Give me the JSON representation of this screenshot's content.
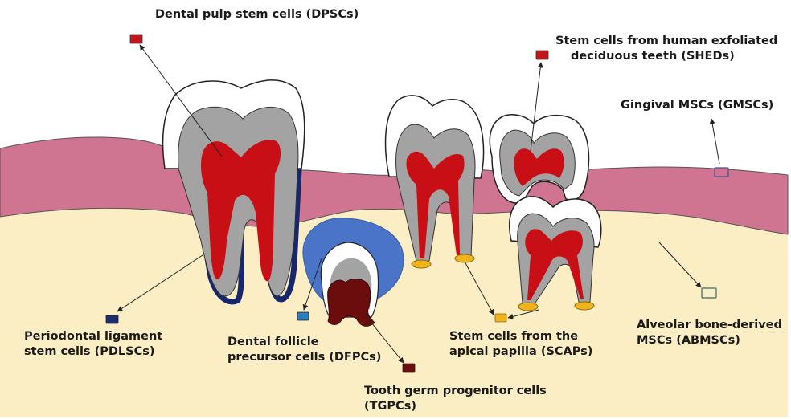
{
  "labels": {
    "dpsc": [
      "Dental pulp stem cells (DPSCs)"
    ],
    "shed": [
      "Stem cells from human exfoliated",
      "deciduous teeth (SHEDs)"
    ],
    "gmsc": [
      "Gingival MSCs (GMSCs)"
    ],
    "pdlsc": [
      "Periodontal ligament",
      "stem cells (PDLSCs)"
    ],
    "dfpc": [
      "Dental follicle",
      "precursor cells (DFPCs)"
    ],
    "scap": [
      "Stem cells from the",
      "apical papilla (SCAPs)"
    ],
    "abmsc": [
      "Alveolar bone-derived",
      "MSCs (ABMSCs)"
    ],
    "tgpc": [
      "Tooth germ progenitor cells",
      "(TGPCs)"
    ]
  },
  "colors": {
    "gingiva": "#d07591",
    "bone": "#fbedc4",
    "enamel": "#ffffff",
    "dentin": "#a3a3a3",
    "pulp": "#c80f15",
    "pdl": "#16286b",
    "follicle": "#4a74c8",
    "tooth_germ": "#6b0d0d",
    "apical_papilla": "#f0b31c",
    "dpsc_marker": "#c0161c",
    "pdlsc_marker": "#1c2e6e",
    "dfpc_marker": "#2d7fc0",
    "tgpc_marker": "#6b0d0d",
    "scap_marker": "#f0b31c",
    "gmsc_marker": "#d07591",
    "abmsc_marker": "#fbedc4"
  }
}
